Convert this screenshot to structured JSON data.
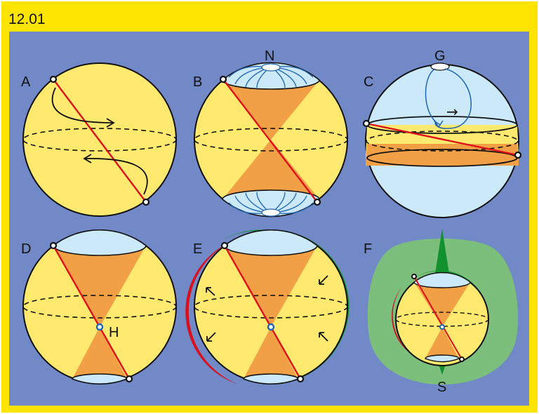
{
  "figure_number": "12.01",
  "panels": {
    "A": {
      "label": "A"
    },
    "B": {
      "label": "B",
      "pole_label": "N"
    },
    "C": {
      "label": "C",
      "pole_label": "G",
      "arrow_glyph": "→"
    },
    "D": {
      "label": "D",
      "point_label": "H"
    },
    "E": {
      "label": "E"
    },
    "F": {
      "label": "F",
      "pole_label": "S"
    }
  },
  "colors": {
    "frame": "#ffe400",
    "background": "#7189c6",
    "sphere_fill": "#ffe96f",
    "cone_fill": "#f2a046",
    "cap_fill": "#cbe9f9",
    "world_line": "#e0101b",
    "horizon_red": "#d9101c",
    "horizon_green": "#11922e",
    "halo_green": "#7cbf7d",
    "swirl_blue": "#1f66b2"
  }
}
